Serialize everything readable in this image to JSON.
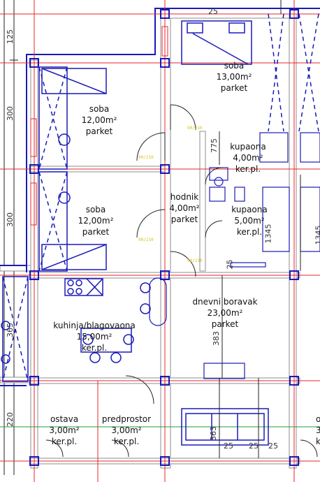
{
  "colors": {
    "grid_red": "#e8262b",
    "wall_blue": "#1a1ab8",
    "structure_gray": "#8c8c8c",
    "dim_line": "#222222",
    "green_line": "#1e9e3a",
    "annotation_yellow": "#d8c41c"
  },
  "rooms": [
    {
      "id": "soba_top_right",
      "name": "soba",
      "area": "13,00m²",
      "finish": "parket"
    },
    {
      "id": "soba_top_left",
      "name": "soba",
      "area": "12,00m²",
      "finish": "parket"
    },
    {
      "id": "soba_mid_left",
      "name": "soba",
      "area": "12,00m²",
      "finish": "parket"
    },
    {
      "id": "kupaona_1",
      "name": "kupaona",
      "area": "4,00m²",
      "finish": "ker.pl."
    },
    {
      "id": "kupaona_2",
      "name": "kupaona",
      "area": "5,00m²",
      "finish": "ker.pl."
    },
    {
      "id": "hodnik",
      "name": "hodnik",
      "area": "4,00m²",
      "finish": "parket"
    },
    {
      "id": "kuhinja",
      "name": "kuhinja/blagovaona",
      "area": "15,00m²",
      "finish": "ker.pl."
    },
    {
      "id": "dnevni",
      "name": "dnevni boravak",
      "area": "23,00m²",
      "finish": "parket"
    },
    {
      "id": "ostava",
      "name": "ostava",
      "area": "3,00m²",
      "finish": "ker.pl."
    },
    {
      "id": "predprostor",
      "name": "predprostor",
      "area": "3,00m²",
      "finish": "ker.pl."
    }
  ],
  "dimensions": {
    "left_125": "125",
    "left_300a": "300",
    "left_300b": "300",
    "left_365": "365",
    "left_220": "220",
    "d_775": "775",
    "d_25a": "25",
    "d_383": "383",
    "d_363": "363",
    "d_1345a": "1345",
    "d_1345b": "1345",
    "d_25top": "25",
    "d_25b": "25",
    "d_25c": "25",
    "d_25d": "25"
  },
  "annotations": {
    "door_tag": "90/210"
  },
  "partial_room_edge": {
    "name_fragment": "os",
    "area_fragment": "3,",
    "finish_fragment": "ke"
  }
}
